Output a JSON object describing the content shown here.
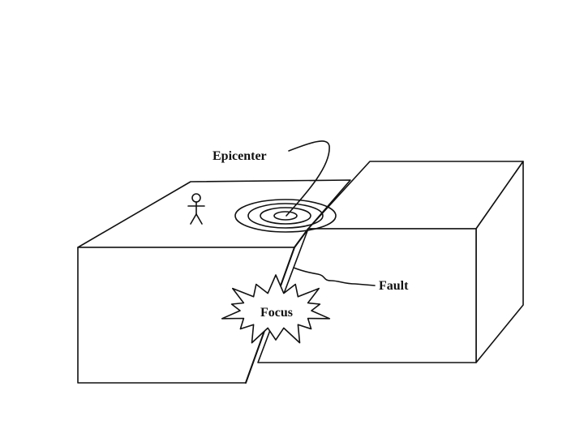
{
  "diagram": {
    "labels": {
      "epicenter": "Epicenter",
      "fault": "Fault",
      "focus": "Focus"
    },
    "colors": {
      "line": "#111111",
      "background": "#ffffff"
    },
    "icons": {
      "person": "stick-figure-icon",
      "ripples": "concentric-rings-icon",
      "burst": "starburst-icon"
    }
  }
}
